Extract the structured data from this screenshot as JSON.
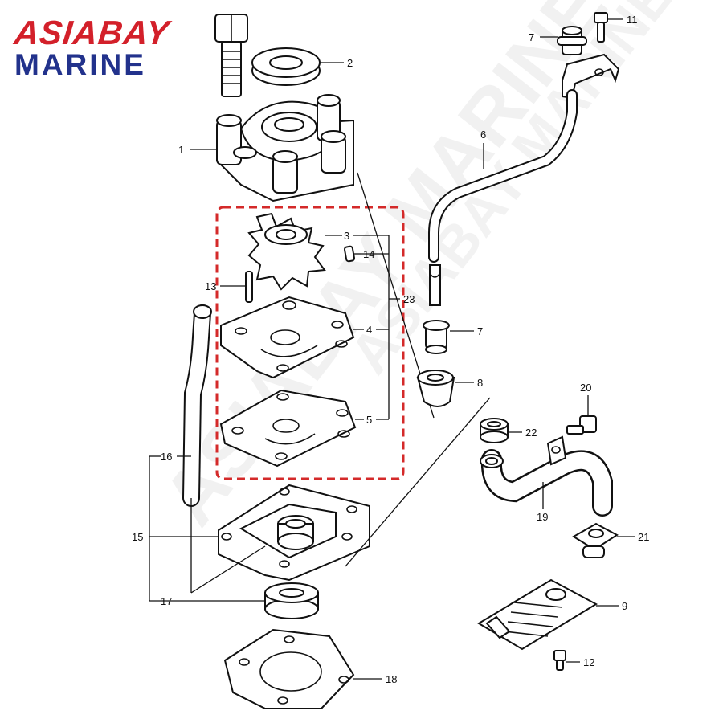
{
  "brand": {
    "line1": "ASIABAY",
    "line2": "MARINE",
    "line1_color": "#d3202a",
    "line2_color": "#22328c"
  },
  "watermark": {
    "text": "ASIABAY MARINE",
    "color": "#e6e6e6"
  },
  "highlight_box": {
    "style": "dashed",
    "color": "#d42a2a"
  },
  "callouts": [
    {
      "id": "c1",
      "label": "1"
    },
    {
      "id": "c2",
      "label": "2"
    },
    {
      "id": "c3",
      "label": "3"
    },
    {
      "id": "c4",
      "label": "4"
    },
    {
      "id": "c5",
      "label": "5"
    },
    {
      "id": "c6",
      "label": "6"
    },
    {
      "id": "c7a",
      "label": "7"
    },
    {
      "id": "c7b",
      "label": "7"
    },
    {
      "id": "c8",
      "label": "8"
    },
    {
      "id": "c9",
      "label": "9"
    },
    {
      "id": "c11",
      "label": "11"
    },
    {
      "id": "c12",
      "label": "12"
    },
    {
      "id": "c13",
      "label": "13"
    },
    {
      "id": "c14",
      "label": "14"
    },
    {
      "id": "c15",
      "label": "15"
    },
    {
      "id": "c16",
      "label": "16"
    },
    {
      "id": "c17",
      "label": "17"
    },
    {
      "id": "c18",
      "label": "18"
    },
    {
      "id": "c19",
      "label": "19"
    },
    {
      "id": "c20",
      "label": "20"
    },
    {
      "id": "c21",
      "label": "21"
    },
    {
      "id": "c22",
      "label": "22"
    },
    {
      "id": "c23",
      "label": "23"
    }
  ]
}
